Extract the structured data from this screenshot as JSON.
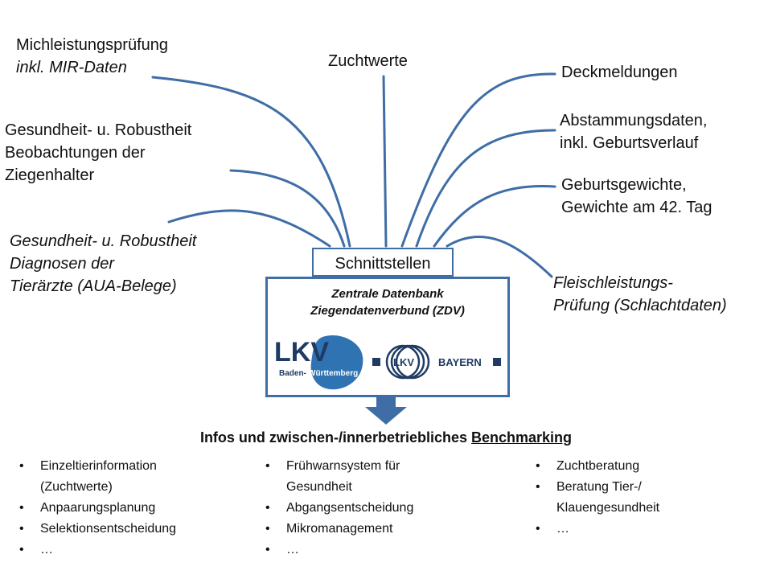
{
  "sources_left": [
    {
      "lines": [
        "Michleistungsprüfung",
        "inkl. MIR-Daten"
      ],
      "italic_line2": true
    },
    {
      "lines": [
        "Gesundheit- u. Robustheit",
        "Beobachtungen der",
        "Ziegenhalter"
      ]
    },
    {
      "lines": [
        "Gesundheit- u. Robustheit",
        "Diagnosen der",
        "Tierärzte (AUA-Belege)"
      ]
    }
  ],
  "source_top": {
    "lines": [
      "Zuchtwerte"
    ]
  },
  "sources_right": [
    {
      "lines": [
        "Deckmeldungen"
      ]
    },
    {
      "lines": [
        "Abstammungsdaten,",
        "inkl. Geburtsverlauf"
      ]
    },
    {
      "lines": [
        "Geburtsgewichte,",
        "Gewichte am 42. Tag"
      ]
    },
    {
      "lines": [
        "Fleischleistungs-",
        "Prüfung (Schlachtdaten)"
      ]
    }
  ],
  "interface_label": "Schnittstellen",
  "database": {
    "title_line1": "Zentrale Datenbank",
    "title_line2": "Ziegendatenverbund (ZDV)",
    "logo1_main": "LKV",
    "logo1_sub_a": "Baden-",
    "logo1_sub_b": "Württemberg",
    "logo2_main": "LKV",
    "logo2_side": "BAYERN"
  },
  "benchmark": {
    "prefix": "Infos und zwischen-/innerbetriebliches ",
    "underlined": "Benchmarking"
  },
  "columns": [
    [
      "Einzeltierinformation",
      "(Zuchtwerte)",
      "Anpaarungsplanung",
      "Selektionsentscheidung",
      "…"
    ],
    [
      "Frühwarnsystem  für",
      "Gesundheit",
      "Abgangsentscheidung",
      "Mikromanagement",
      "…"
    ],
    [
      "Zuchtberatung",
      "Beratung Tier-/",
      "Klauengesundheit",
      "…"
    ]
  ],
  "colors": {
    "line": "#3f6da6",
    "arrow": "#3f6da6",
    "logo_blue": "#2f73b3",
    "logo_navy": "#1f3b63"
  }
}
